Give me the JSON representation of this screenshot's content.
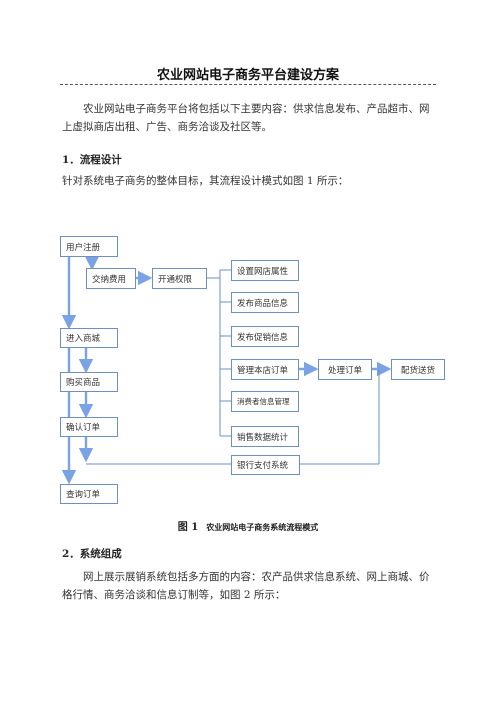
{
  "document": {
    "title": "农业网站电子商务平台建设方案",
    "intro": "农业网站电子商务平台将包括以下主要内容：供求信息发布、产品超市、网上虚拟商店出租、广告、商务洽谈及社区等。",
    "section1": {
      "heading": "1．流程设计",
      "text": "针对系统电子商务的整体目标，其流程设计模式如图 1 所示："
    },
    "figure1": {
      "caption_number": "图 1",
      "caption_text": "农业网站电子商务系统流程模式",
      "nodes": {
        "user_register": "用户注册",
        "pay_fee": "交纳费用",
        "open_permission": "开通权限",
        "set_store": "设置网店属性",
        "publish_product": "发布商品信息",
        "publish_promo": "发布促销信息",
        "manage_orders": "管理本店订单",
        "process_order": "处理订单",
        "ship": "配货送货",
        "consumer_mgmt": "消费者信息管理",
        "sales_stats": "销售数据统计",
        "bank_payment": "银行支付系统",
        "enter_mall": "进入商城",
        "buy_product": "购买商品",
        "confirm_order": "确认订单",
        "query_order": "查询订单"
      },
      "colors": {
        "line": "#6e8fc0",
        "arrow": "#7aa3e6"
      }
    },
    "section2": {
      "heading": "2．系统组成",
      "text": "网上展示展销系统包括多方面的内容：农产品供求信息系统、网上商城、价格行情、商务洽谈和信息订制等，如图 2 所示："
    }
  }
}
